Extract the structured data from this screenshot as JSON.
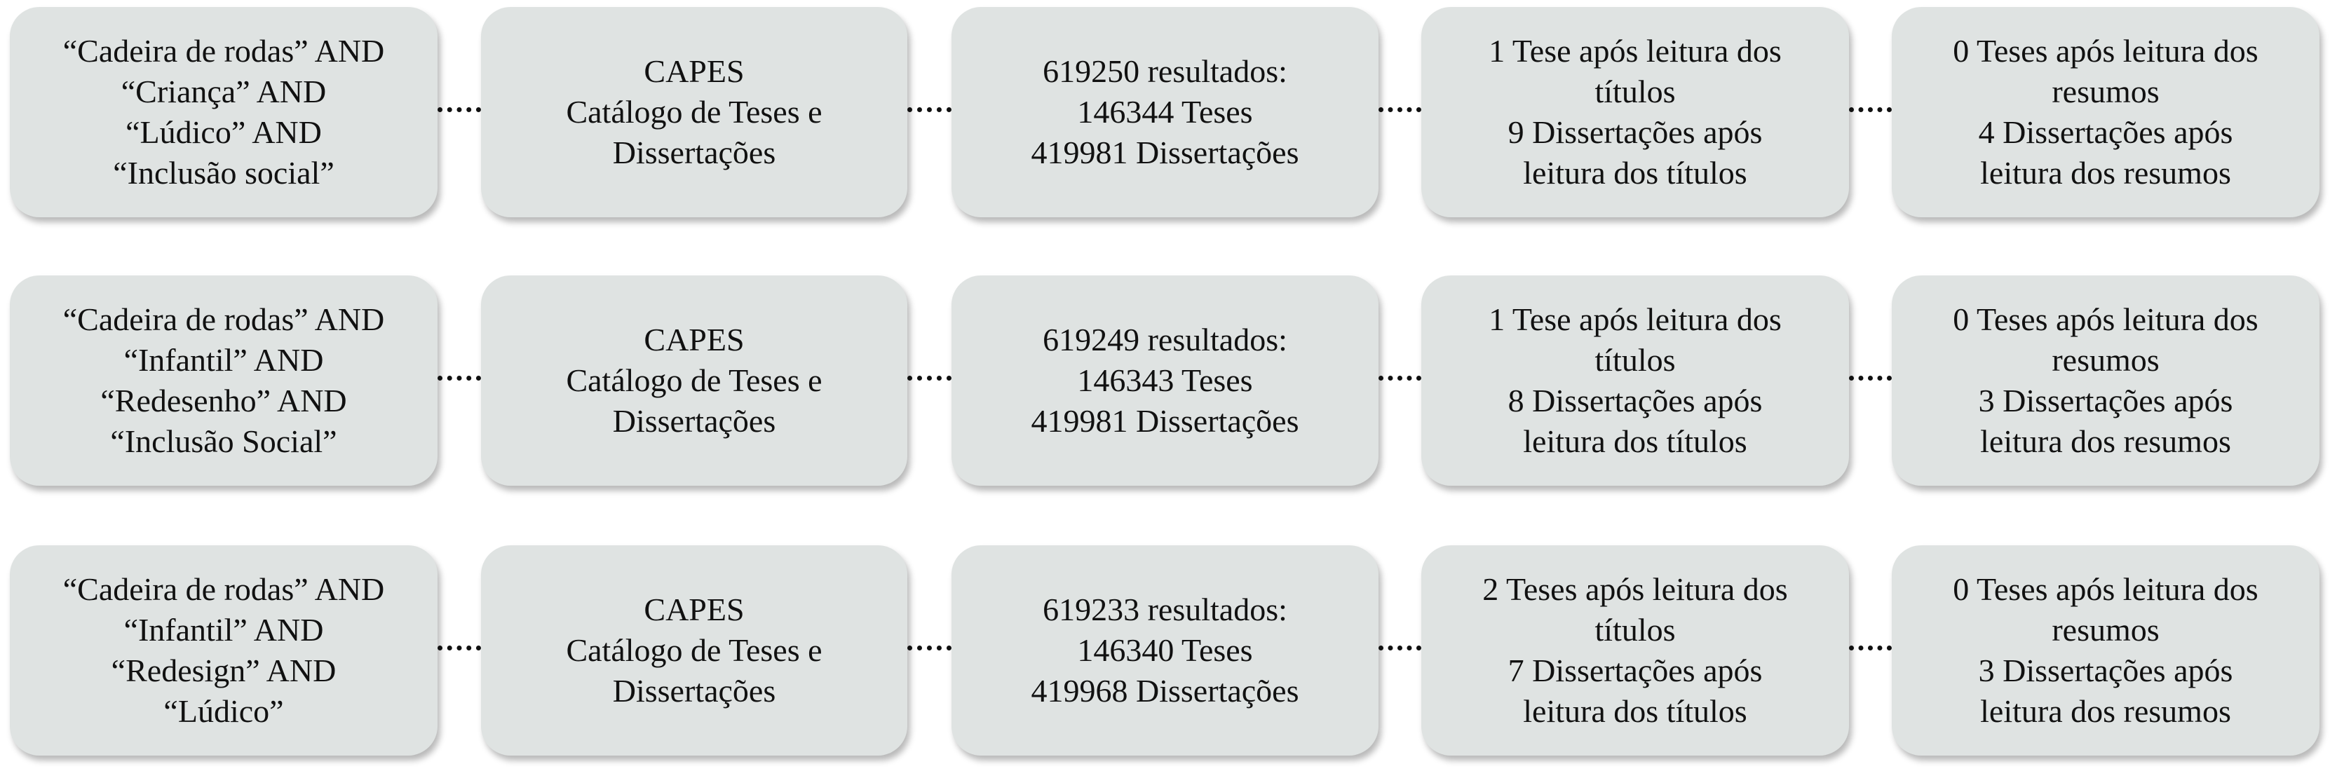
{
  "rows": [
    {
      "query": [
        "“Cadeira de rodas” AND",
        "“Criança” AND",
        "“Lúdico” AND",
        "“Inclusão social”"
      ],
      "source": [
        "CAPES",
        "Catálogo de Teses e",
        "Dissertações"
      ],
      "results": [
        "619250 resultados:",
        "146344 Teses",
        "419981 Dissertações"
      ],
      "titles": [
        "1 Tese após leitura dos",
        "títulos",
        "9 Dissertações após",
        "leitura dos títulos"
      ],
      "abstracts": [
        "0 Teses após leitura dos",
        "resumos",
        "4 Dissertações após",
        "leitura dos resumos"
      ]
    },
    {
      "query": [
        "“Cadeira de rodas” AND",
        "“Infantil” AND",
        "“Redesenho” AND",
        "“Inclusão Social”"
      ],
      "source": [
        "CAPES",
        "Catálogo de Teses e",
        "Dissertações"
      ],
      "results": [
        "619249 resultados:",
        "146343 Teses",
        "419981 Dissertações"
      ],
      "titles": [
        "1 Tese após leitura dos",
        "títulos",
        "8 Dissertações após",
        "leitura dos títulos"
      ],
      "abstracts": [
        "0 Teses após leitura dos",
        "resumos",
        "3 Dissertações após",
        "leitura dos resumos"
      ]
    },
    {
      "query": [
        "“Cadeira de rodas” AND",
        "“Infantil” AND",
        "“Redesign” AND",
        "“Lúdico”"
      ],
      "source": [
        "CAPES",
        "Catálogo de Teses e",
        "Dissertações"
      ],
      "results": [
        "619233 resultados:",
        "146340 Teses",
        "419968 Dissertações"
      ],
      "titles": [
        "2 Teses após leitura dos",
        "títulos",
        "7 Dissertações após",
        "leitura dos títulos"
      ],
      "abstracts": [
        "0 Teses após leitura dos",
        "resumos",
        "3 Dissertações após",
        "leitura dos resumos"
      ]
    }
  ]
}
